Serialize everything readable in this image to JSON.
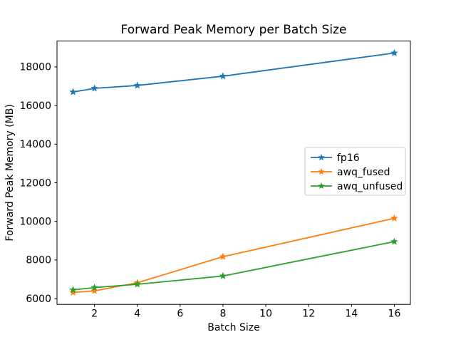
{
  "figure": {
    "background": "#ffffff",
    "text_color": "#000000",
    "spine_color": "#000000"
  },
  "chart_data": {
    "type": "line",
    "title": "Forward Peak Memory per Batch Size",
    "xlabel": "Batch Size",
    "ylabel": "Forward Peak Memory (MB)",
    "x": [
      1,
      2,
      4,
      8,
      16
    ],
    "series": [
      {
        "name": "fp16",
        "color": "#1f77b4",
        "values": [
          16700,
          16890,
          17040,
          17520,
          18720
        ]
      },
      {
        "name": "awq_fused",
        "color": "#ff7f0e",
        "values": [
          6320,
          6400,
          6820,
          8170,
          10160
        ]
      },
      {
        "name": "awq_unfused",
        "color": "#2ca02c",
        "values": [
          6450,
          6570,
          6740,
          7170,
          8950
        ]
      }
    ],
    "marker": "star",
    "xticks": [
      2,
      4,
      6,
      8,
      10,
      12,
      14,
      16
    ],
    "yticks": [
      6000,
      8000,
      10000,
      12000,
      14000,
      16000,
      18000
    ],
    "xlim": [
      0.25,
      16.75
    ],
    "ylim": [
      5700,
      19340
    ],
    "grid": false,
    "legend": {
      "position": "center right",
      "border_color": "#cccccc",
      "background": "#ffffff"
    }
  }
}
